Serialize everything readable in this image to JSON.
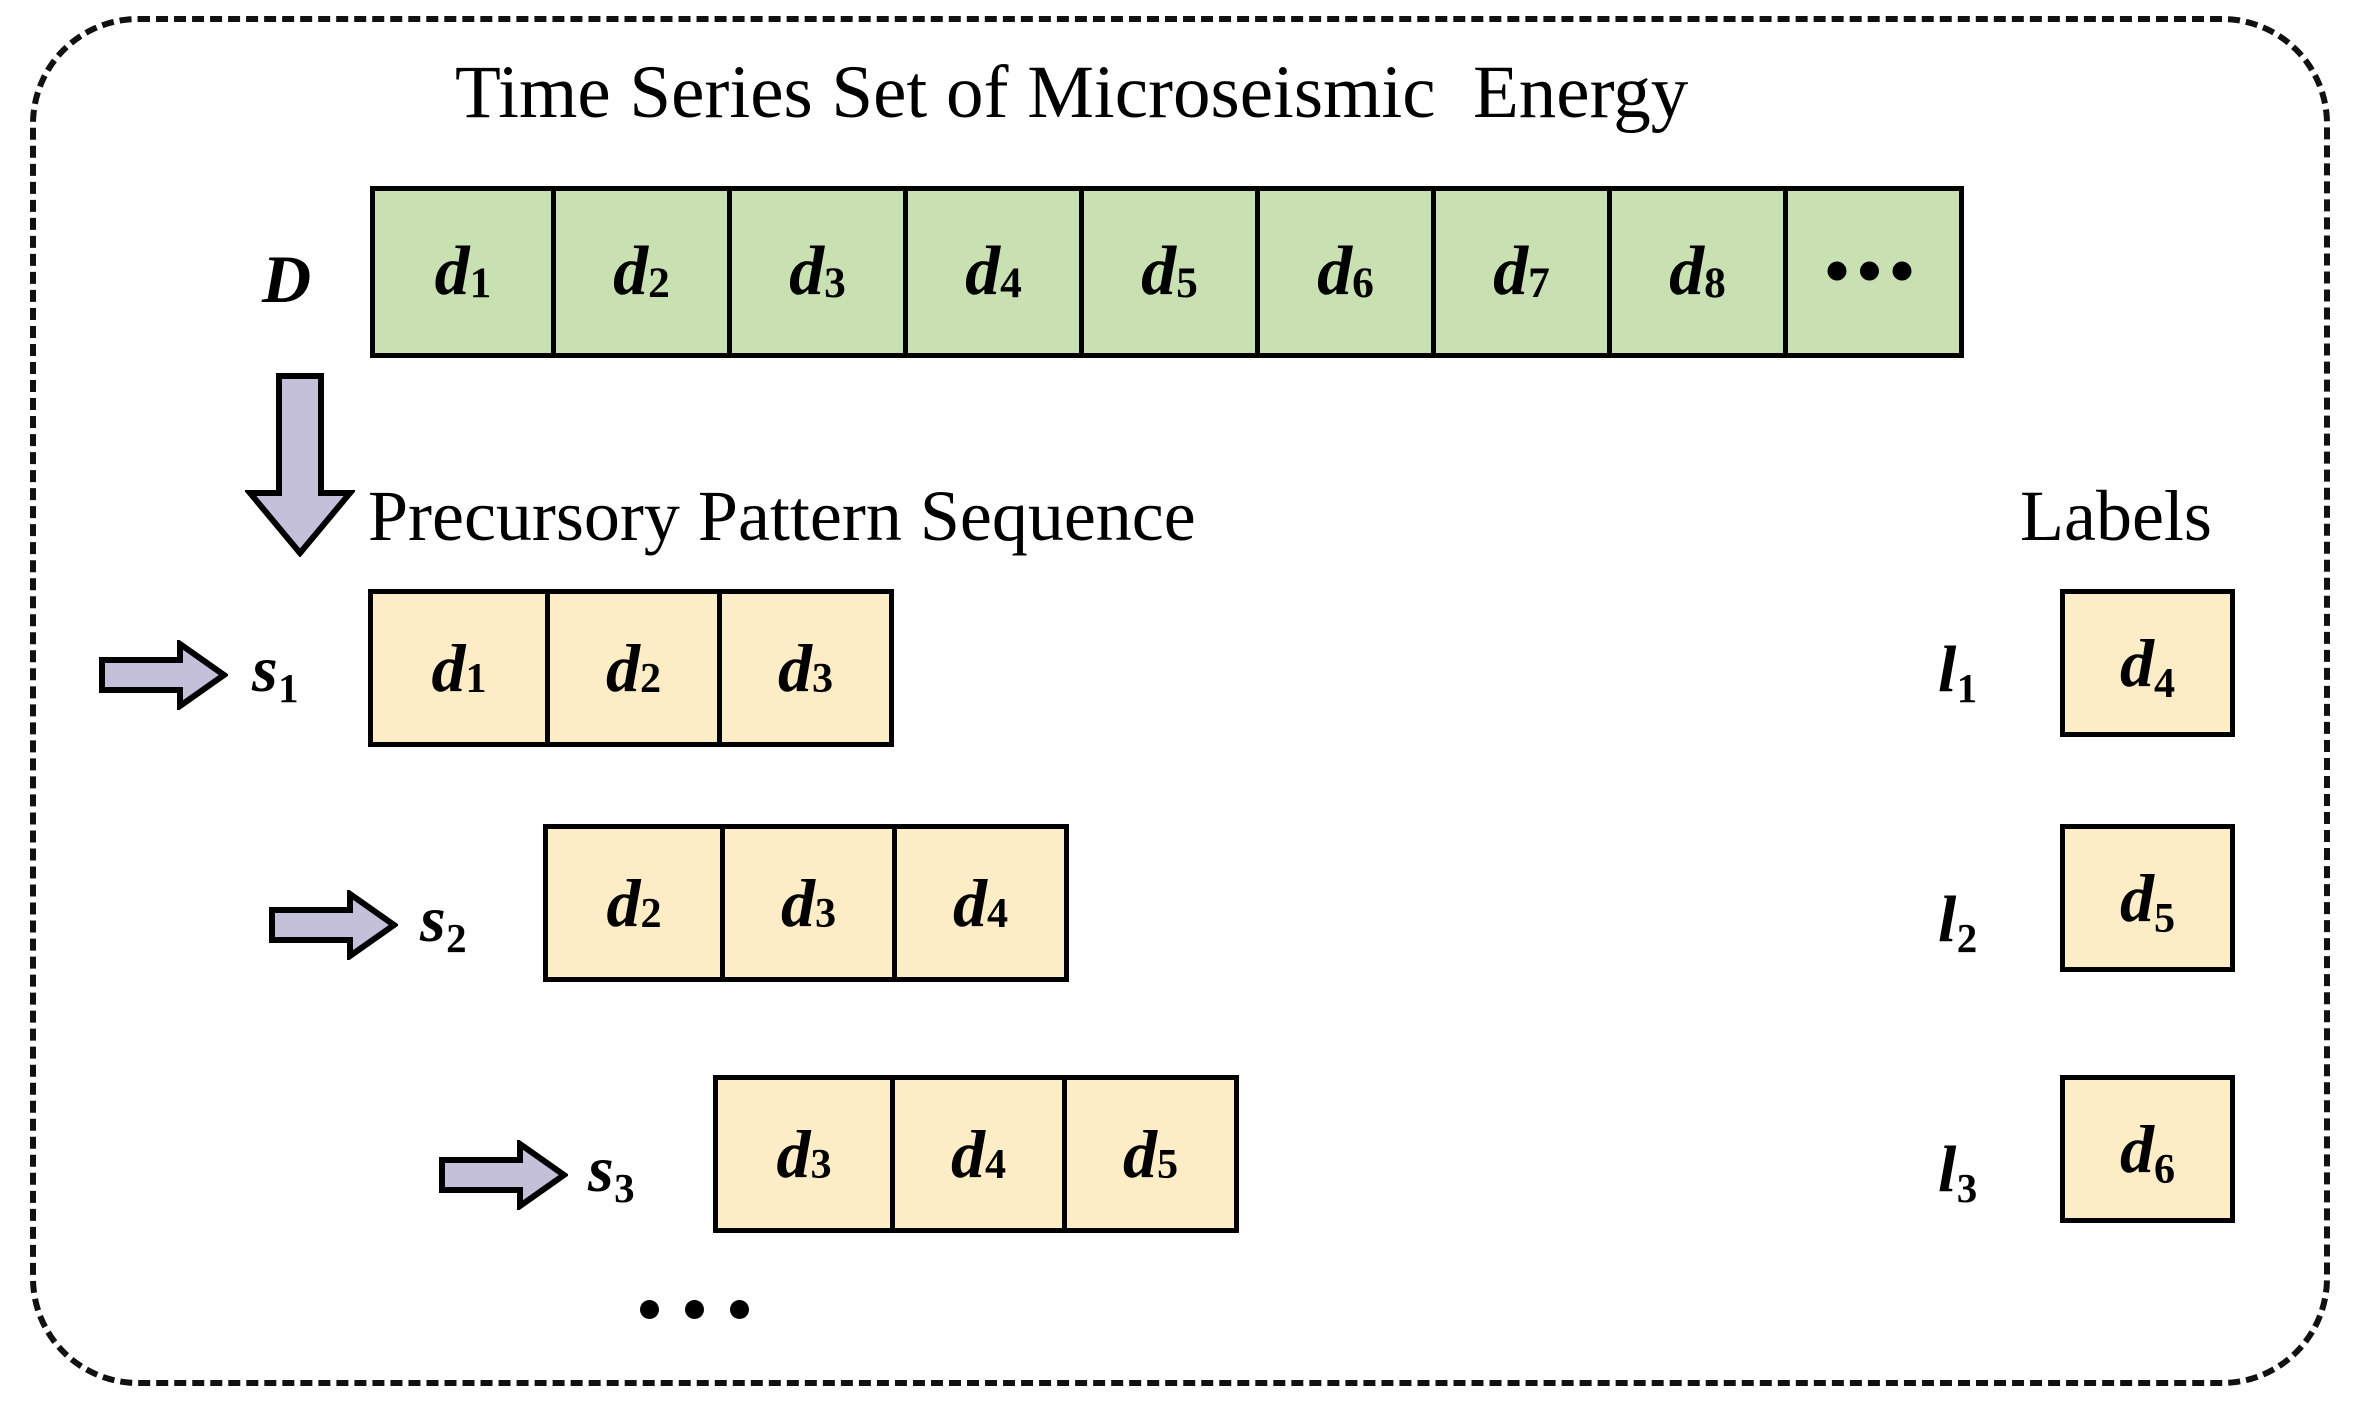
{
  "figure": {
    "series_title": "Time Series Set of Microseismic  Energy",
    "sequence_title": "Precursory Pattern Sequence",
    "labels_title": "Labels",
    "dataset_symbol": "D",
    "bottom_ellipsis": "•••"
  },
  "colors": {
    "series_cell_fill": "#c8e0b2",
    "pattern_cell_fill": "#fdedc6",
    "arrow_fill": "#c5c0da",
    "stroke": "#000000",
    "frame": "#111111",
    "background": "#ffffff"
  },
  "time_series": {
    "symbol": "D",
    "cells": [
      {
        "base": "d",
        "sub": "1"
      },
      {
        "base": "d",
        "sub": "2"
      },
      {
        "base": "d",
        "sub": "3"
      },
      {
        "base": "d",
        "sub": "4"
      },
      {
        "base": "d",
        "sub": "5"
      },
      {
        "base": "d",
        "sub": "6"
      },
      {
        "base": "d",
        "sub": "7"
      },
      {
        "base": "d",
        "sub": "8"
      },
      {
        "base": "•••",
        "sub": ""
      }
    ]
  },
  "sequences": [
    {
      "name_base": "s",
      "name_sub": "1",
      "cells": [
        {
          "base": "d",
          "sub": "1"
        },
        {
          "base": "d",
          "sub": "2"
        },
        {
          "base": "d",
          "sub": "3"
        }
      ],
      "label_base": "l",
      "label_sub": "1",
      "label_cell_base": "d",
      "label_cell_sub": "4"
    },
    {
      "name_base": "s",
      "name_sub": "2",
      "cells": [
        {
          "base": "d",
          "sub": "2"
        },
        {
          "base": "d",
          "sub": "3"
        },
        {
          "base": "d",
          "sub": "4"
        }
      ],
      "label_base": "l",
      "label_sub": "2",
      "label_cell_base": "d",
      "label_cell_sub": "5"
    },
    {
      "name_base": "s",
      "name_sub": "3",
      "cells": [
        {
          "base": "d",
          "sub": "3"
        },
        {
          "base": "d",
          "sub": "4"
        },
        {
          "base": "d",
          "sub": "5"
        }
      ],
      "label_base": "l",
      "label_sub": "3",
      "label_cell_base": "d",
      "label_cell_sub": "6"
    }
  ],
  "icons": {
    "down_arrow": "down-arrow-icon",
    "right_arrow": "right-arrow-icon"
  }
}
